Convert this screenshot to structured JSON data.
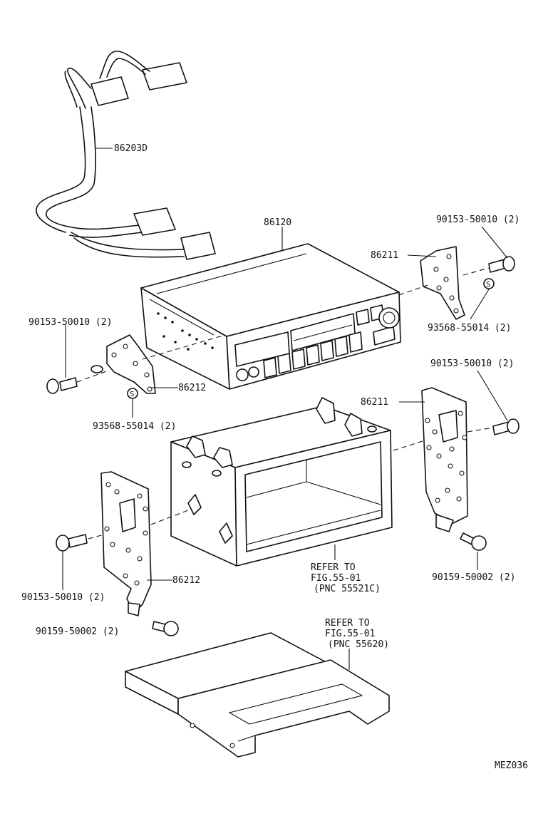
{
  "labels": {
    "harness": "86203D",
    "receiver": "86120",
    "bracket_right_upper": "86211",
    "bolt_right_upper": "90153-50010 (2)",
    "washer_right_upper": "93568-55014 (2)",
    "bolt_left_upper": "90153-50010 (2)",
    "bracket_left_upper": "86212",
    "washer_left_upper": "93568-55014 (2)",
    "bracket_right_lower": "86211",
    "bolt_right_lower": "90153-50010 (2)",
    "screw_right_lower": "90159-50002 (2)",
    "bolt_left_lower": "90153-50010 (2)",
    "bracket_left_lower": "86212",
    "screw_left_lower": "90159-50002 (2)",
    "box_ref": [
      "REFER TO",
      "FIG.55-01",
      "(PNC 55521C)"
    ],
    "tray_ref": [
      "REFER TO",
      "FIG.55-01",
      "(PNC 55620)"
    ],
    "drawing_code": "MEZ036"
  },
  "symbols": {
    "washer_mark": "S"
  }
}
